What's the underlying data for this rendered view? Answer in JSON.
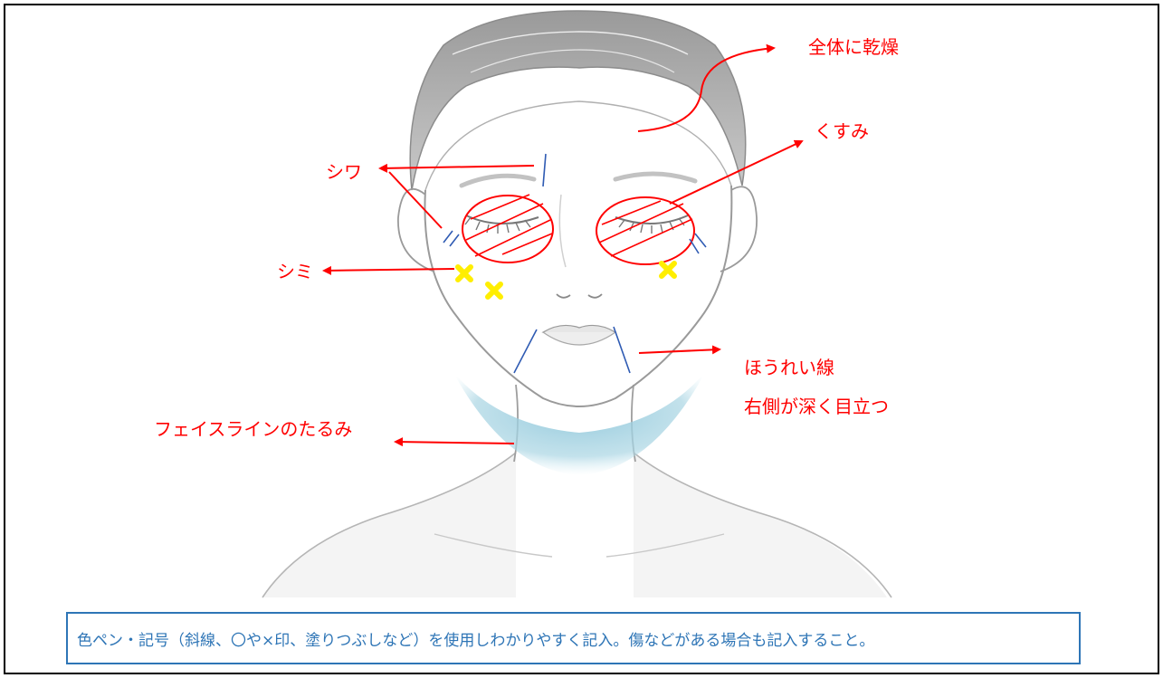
{
  "labels": {
    "overall_dryness": "全体に乾燥",
    "dullness": "くすみ",
    "wrinkles": "シワ",
    "spots": "シミ",
    "nasolabial": "ほうれい線",
    "nasolabial_note": "右側が深く目立つ",
    "faceline_sagging": "フェイスラインのたるみ"
  },
  "note": "色ペン・記号（斜線、〇や×印、塗りつぶしなど）を使用しわかりやすく記入。傷などがある場合も記入すること。",
  "colors": {
    "annotation": "#ff0000",
    "wrinkle_mark": "#2f5bb3",
    "spot_mark": "#ffff00",
    "sagging": "#9fd0e0",
    "note_border": "#2e75b6"
  }
}
